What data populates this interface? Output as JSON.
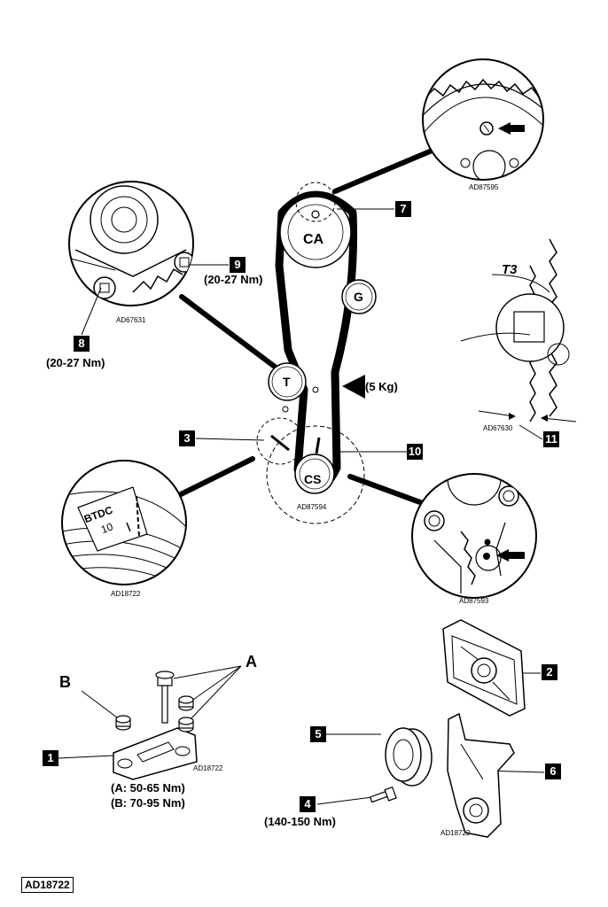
{
  "labels": {
    "callouts": [
      "1",
      "2",
      "3",
      "4",
      "5",
      "6",
      "7",
      "8",
      "9",
      "10",
      "11"
    ],
    "pulleys": {
      "camshaft": "CA",
      "guide": "G",
      "tensioner": "T",
      "crankshaft": "CS"
    },
    "torques": {
      "t8": "(20-27 Nm)",
      "t9": "(20-27 Nm)",
      "belt_force": "(5 Kg)",
      "t_a": "(A: 50-65 Nm)",
      "t_b": "(B: 70-95 Nm)",
      "t4": "(140-150 Nm)"
    },
    "letters": {
      "a": "A",
      "b": "B"
    },
    "inset_text": {
      "btdc": "BTDC",
      "ten": "10",
      "t3": "T3"
    },
    "codes": {
      "top_right": "AD87595",
      "top_left": "AD67631",
      "right_mid": "AD67630",
      "center": "AD87594",
      "left_bottom": "AD18722",
      "right_bottom": "AD87593",
      "bracket": "AD18722",
      "parts": "AD18722"
    },
    "footer_code": "AD18722"
  }
}
